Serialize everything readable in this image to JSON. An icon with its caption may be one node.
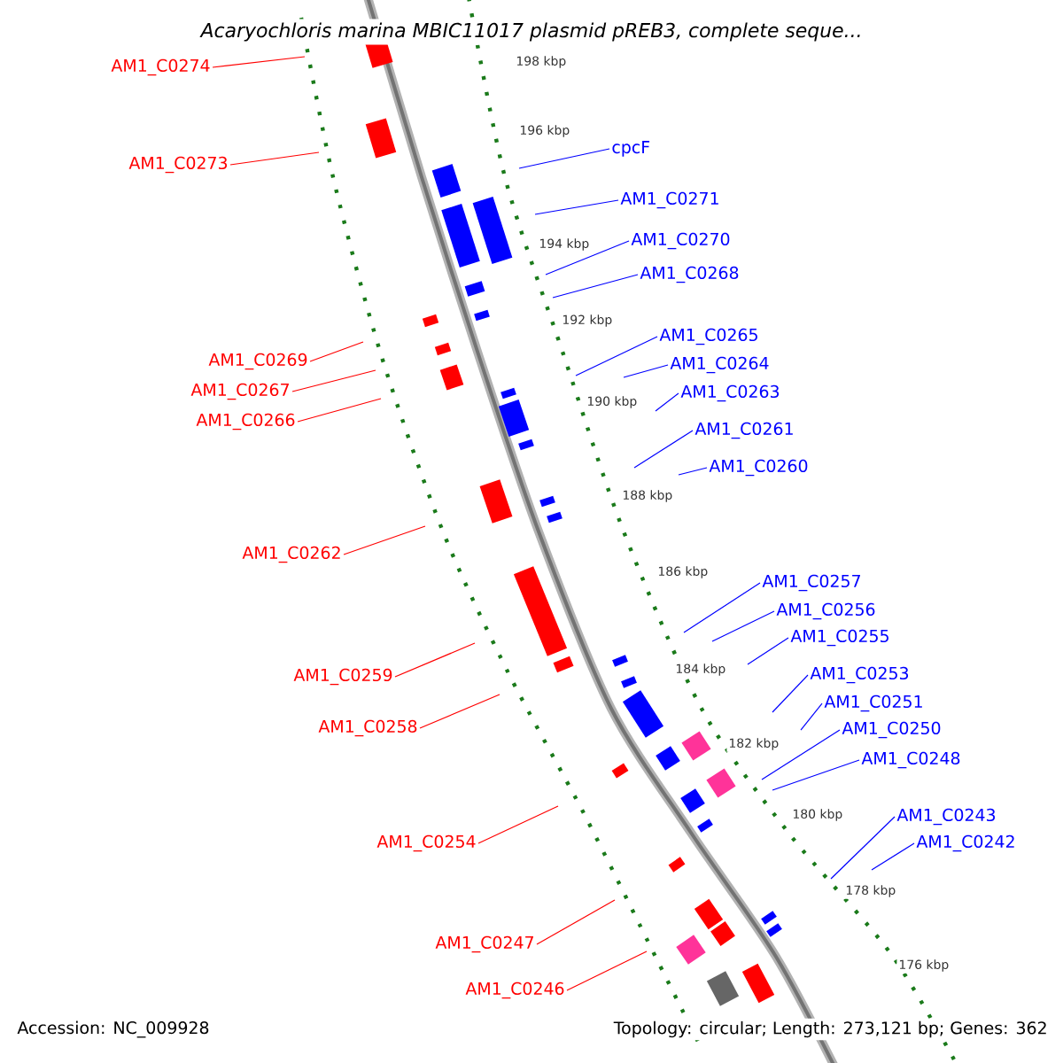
{
  "diagram": {
    "title": "Acaryochloris marina MBIC11017 plasmid pREB3, complete seque...",
    "nodes": [
      {
        "text": [
          "AM1_C0274"
        ]
      },
      {
        "text": [
          "AM1_C0273"
        ]
      },
      {
        "text": [
          "cpcF"
        ]
      },
      {
        "text": [
          "AM1_C0271"
        ]
      },
      {
        "text": [
          "AM1_C0270"
        ]
      },
      {
        "text": [
          "AM1_C0268"
        ]
      },
      {
        "text": [
          "AM1_C0265"
        ]
      },
      {
        "text": [
          "AM1_C0269"
        ]
      },
      {
        "text": [
          "AM1_C0264"
        ]
      },
      {
        "text": [
          "AM1_C0267"
        ]
      },
      {
        "text": [
          "AM1_C0263"
        ]
      },
      {
        "text": [
          "AM1_C0266"
        ]
      },
      {
        "text": [
          "AM1_C0261"
        ]
      },
      {
        "text": [
          "AM1_C0260"
        ]
      },
      {
        "text": [
          "AM1_C0262"
        ]
      },
      {
        "text": [
          "AM1_C0257"
        ]
      },
      {
        "text": [
          "AM1_C0256"
        ]
      },
      {
        "text": [
          "AM1_C0255"
        ]
      },
      {
        "text": [
          "AM1_C0259"
        ]
      },
      {
        "text": [
          "AM1_C0253"
        ]
      },
      {
        "text": [
          "AM1_C0251"
        ]
      },
      {
        "text": [
          "AM1_C0258"
        ]
      },
      {
        "text": [
          "AM1_C0250"
        ]
      },
      {
        "text": [
          "AM1_C0248"
        ]
      },
      {
        "text": [
          "AM1_C0243"
        ]
      },
      {
        "text": [
          "AM1_C0242"
        ]
      },
      {
        "text": [
          "AM1_C0254"
        ]
      },
      {
        "text": [
          "AM1_C0247"
        ]
      },
      {
        "text": [
          "AM1_C0246"
        ]
      }
    ],
    "edges": [
      {
        "from": 0,
        "to": null,
        "arrow": "none",
        "color": "#ff0000"
      },
      {
        "from": 1,
        "to": null,
        "arrow": "none",
        "color": "#ff0000"
      },
      {
        "from": 2,
        "to": null,
        "arrow": "none"
      },
      {
        "from": 3,
        "to": null,
        "arrow": "none"
      },
      {
        "from": 4,
        "to": null,
        "arrow": "none"
      },
      {
        "from": 5,
        "to": null,
        "arrow": "none"
      },
      {
        "from": 6,
        "to": null,
        "arrow": "none"
      },
      {
        "from": 7,
        "to": null,
        "arrow": "none",
        "color": "#ff0000"
      },
      {
        "from": 8,
        "to": null,
        "arrow": "none"
      },
      {
        "from": 9,
        "to": null,
        "arrow": "none",
        "color": "#ff0000"
      },
      {
        "from": 10,
        "to": null,
        "arrow": "none"
      },
      {
        "from": 11,
        "to": null,
        "arrow": "none",
        "color": "#ff0000"
      },
      {
        "from": 12,
        "to": null,
        "arrow": "none"
      },
      {
        "from": 13,
        "to": null,
        "arrow": "none"
      },
      {
        "from": 14,
        "to": null,
        "arrow": "none",
        "color": "#ff0000"
      },
      {
        "from": 15,
        "to": null,
        "arrow": "none"
      },
      {
        "from": 16,
        "to": null,
        "arrow": "none"
      },
      {
        "from": 17,
        "to": null,
        "arrow": "none"
      },
      {
        "from": 18,
        "to": null,
        "arrow": "none",
        "color": "#ff0000"
      },
      {
        "from": 19,
        "to": null,
        "arrow": "none"
      },
      {
        "from": 20,
        "to": null,
        "arrow": "none"
      },
      {
        "from": 21,
        "to": null,
        "arrow": "none",
        "color": "#ff0000"
      },
      {
        "from": 22,
        "to": null,
        "arrow": "none"
      },
      {
        "from": 23,
        "to": null,
        "arrow": "none"
      },
      {
        "from": 24,
        "to": null,
        "arrow": "none"
      },
      {
        "from": 25,
        "to": null,
        "arrow": "none"
      },
      {
        "from": 26,
        "to": null,
        "arrow": "none",
        "color": "#ff0000"
      },
      {
        "from": 27,
        "to": null,
        "arrow": "none",
        "color": "#ff0000"
      },
      {
        "from": 28,
        "to": null,
        "arrow": "none",
        "color": "#ff0000"
      }
    ],
    "labels": [
      "198 kbp",
      "196 kbp",
      "194 kbp",
      "192 kbp",
      "190 kbp",
      "188 kbp",
      "186 kbp",
      "184 kbp",
      "182 kbp",
      "180 kbp",
      "178 kbp",
      "176 kbp",
      "Accession: NC_009928",
      "Topology: circular; Length: 273,121 bp; Genes: 362"
    ]
  }
}
